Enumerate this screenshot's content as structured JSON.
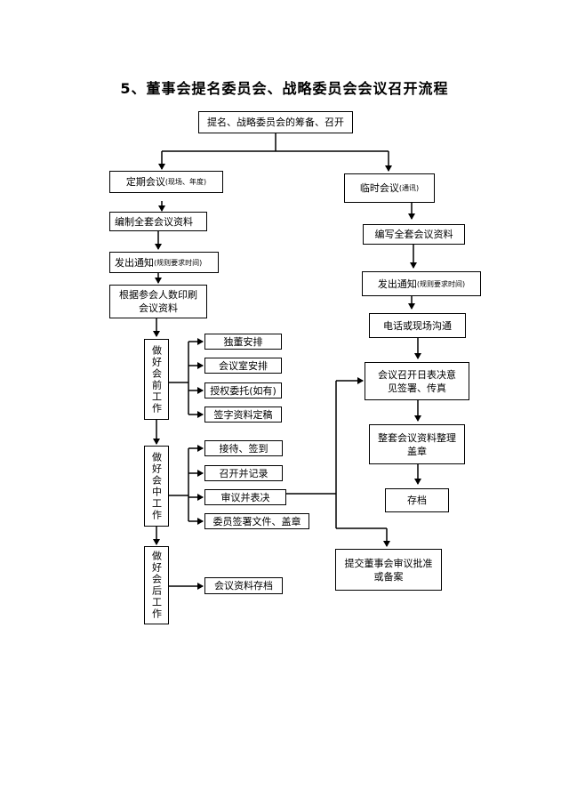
{
  "title": "5、董事会提名委员会、战略委员会会议召开流程",
  "top": {
    "label": "提名、战略委员会的筹备、召开"
  },
  "left": {
    "regular_meeting": {
      "main": "定期会议",
      "note": "(现场、年度)"
    },
    "compile_materials": "编制全套会议资料",
    "send_notice": {
      "main": "发出通知",
      "note": "(规则要求时间)"
    },
    "print_materials": {
      "line1": "根据参会人数印刷",
      "line2": "会议资料"
    },
    "pre_meeting": "做好会前工作",
    "pre_items": [
      "独董安排",
      "会议室安排",
      "授权委托(如有)",
      "签字资料定稿"
    ],
    "in_meeting": "做好会中工作",
    "in_items": [
      "接待、签到",
      "召开并记录",
      "审议并表决",
      "委员签署文件、盖章"
    ],
    "post_meeting": "做好会后工作",
    "post_items": [
      "会议资料存档"
    ]
  },
  "right": {
    "temp_meeting": {
      "main": "临时会议",
      "note": "(通讯)"
    },
    "write_materials": "编写全套会议资料",
    "send_notice": {
      "main": "发出通知",
      "note": "(规则要求时间)"
    },
    "phone_communication": "电话或现场沟通",
    "resolution_opinion": {
      "line1": "会议召开日表决意",
      "line2": "见签署、传真"
    },
    "organize_materials": {
      "line1": "整套会议资料整理",
      "line2": "盖章"
    },
    "archive": "存档",
    "submit_board": {
      "line1": "提交董事会审议批准",
      "line2": "或备案"
    }
  }
}
